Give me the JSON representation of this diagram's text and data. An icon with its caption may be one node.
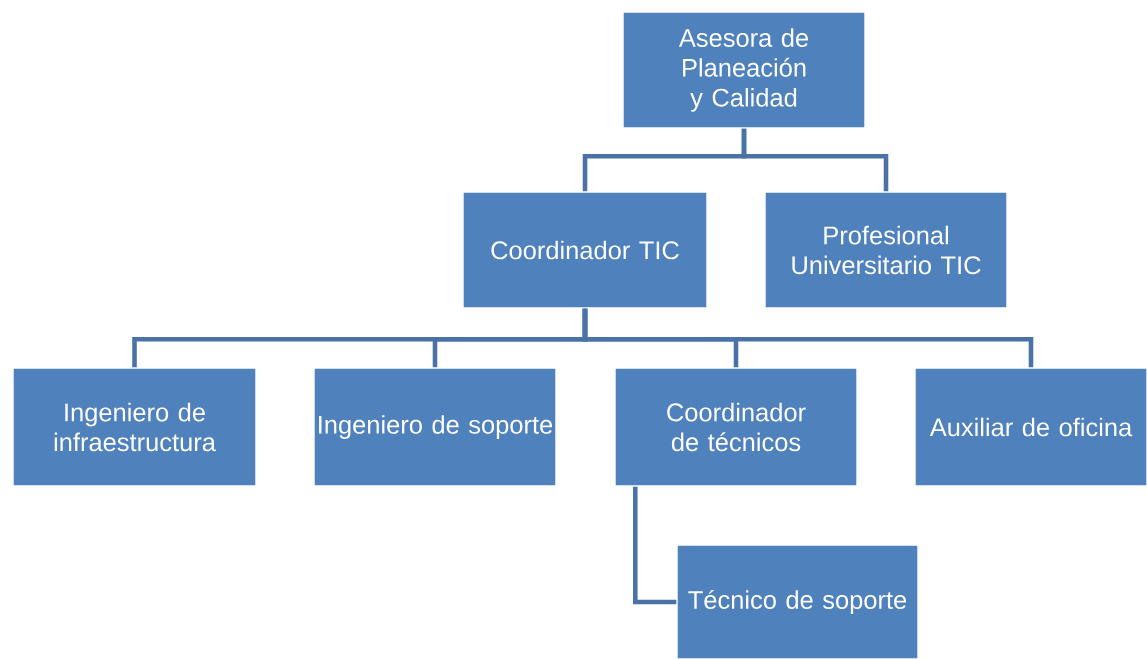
{
  "diagram": {
    "nodes": [
      {
        "text": [
          "Asesora de Planeación y Calidad"
        ]
      },
      {
        "text": [
          "Coordinador TIC"
        ]
      },
      {
        "text": [
          "Profesional Universitario TIC"
        ]
      },
      {
        "text": [
          "Ingeniero de infraestructura"
        ]
      },
      {
        "text": [
          "Ingeniero de soporte"
        ]
      },
      {
        "text": [
          "Coordinador de técnicos"
        ]
      },
      {
        "text": [
          "Auxiliar de oficina"
        ]
      },
      {
        "text": [
          "Técnico de soporte"
        ]
      }
    ],
    "edges": [
      {
        "from": 0,
        "to": 1,
        "arrow": "none"
      },
      {
        "from": 0,
        "to": 2,
        "arrow": "none"
      },
      {
        "from": 1,
        "to": 3,
        "arrow": "none"
      },
      {
        "from": 1,
        "to": 4,
        "arrow": "none"
      },
      {
        "from": 1,
        "to": 5,
        "arrow": "none"
      },
      {
        "from": 1,
        "to": 6,
        "arrow": "none"
      },
      {
        "from": 5,
        "to": 7,
        "arrow": "none"
      }
    ]
  }
}
